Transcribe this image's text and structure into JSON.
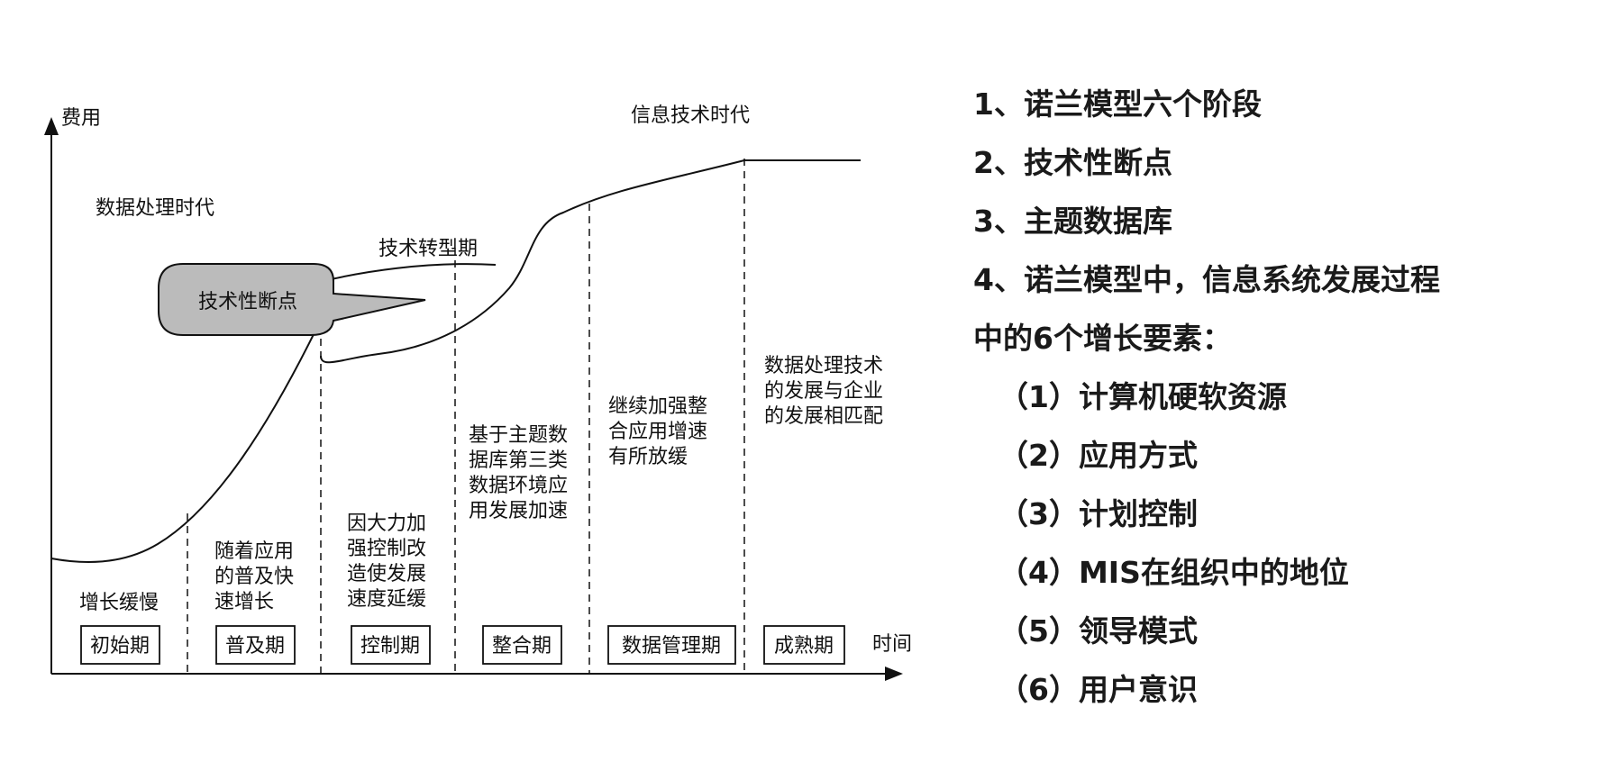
{
  "diagram": {
    "y_axis_label": "费用",
    "x_axis_label": "时间",
    "era_data_processing": "数据处理时代",
    "era_information_tech": "信息技术时代",
    "transition_label": "技术转型期",
    "callout_label": "技术性断点",
    "stages": [
      "初始期",
      "普及期",
      "控制期",
      "整合期",
      "数据管理期",
      "成熟期"
    ],
    "descriptions": [
      [
        "增长缓慢"
      ],
      [
        "随着应用",
        "的普及快",
        "速增长"
      ],
      [
        "因大力加",
        "强控制改",
        "造使发展",
        "速度延缓"
      ],
      [
        "基于主题数",
        "据库第三类",
        "数据环境应",
        "用发展加速"
      ],
      [
        "继续加强整",
        "合应用增速",
        "有所放缓"
      ],
      [
        "数据处理技术",
        "的发展与企业",
        "的发展相匹配"
      ]
    ],
    "callout_fill": "#bbbbbb"
  },
  "points": [
    {
      "text": "1、诺兰模型六个阶段"
    },
    {
      "text": "2、技术性断点"
    },
    {
      "text": "3、主题数据库"
    },
    {
      "text": "4、诺兰模型中，信息系统发展过程"
    },
    {
      "text": "中的6个增长要素："
    },
    {
      "text": "（1）计算机硬软资源",
      "indent": true
    },
    {
      "text": "（2）应用方式",
      "indent": true
    },
    {
      "text": "（3）计划控制",
      "indent": true
    },
    {
      "text": "（4）MIS在组织中的地位",
      "indent": true
    },
    {
      "text": "（5）领导模式",
      "indent": true
    },
    {
      "text": "（6）用户意识",
      "indent": true
    }
  ]
}
